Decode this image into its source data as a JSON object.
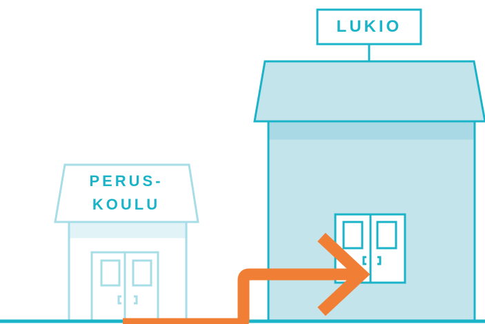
{
  "buildings": {
    "upper_secondary": {
      "label": "LUKIO"
    },
    "basic_school": {
      "label_line1": "PERUS-",
      "label_line2": "KOULU"
    }
  },
  "colors": {
    "outline_dark": "#1bb3c8",
    "fill_dark": "#c4e4ec",
    "band_dark": "#a8d9e4",
    "outline_light": "#a7dde7",
    "fill_light": "#ffffff",
    "band_light": "#e2f3f7",
    "arrow": "#f07f35",
    "ground": "#1bb3c8"
  },
  "arrow": {
    "icon": "arrow-right-icon"
  }
}
